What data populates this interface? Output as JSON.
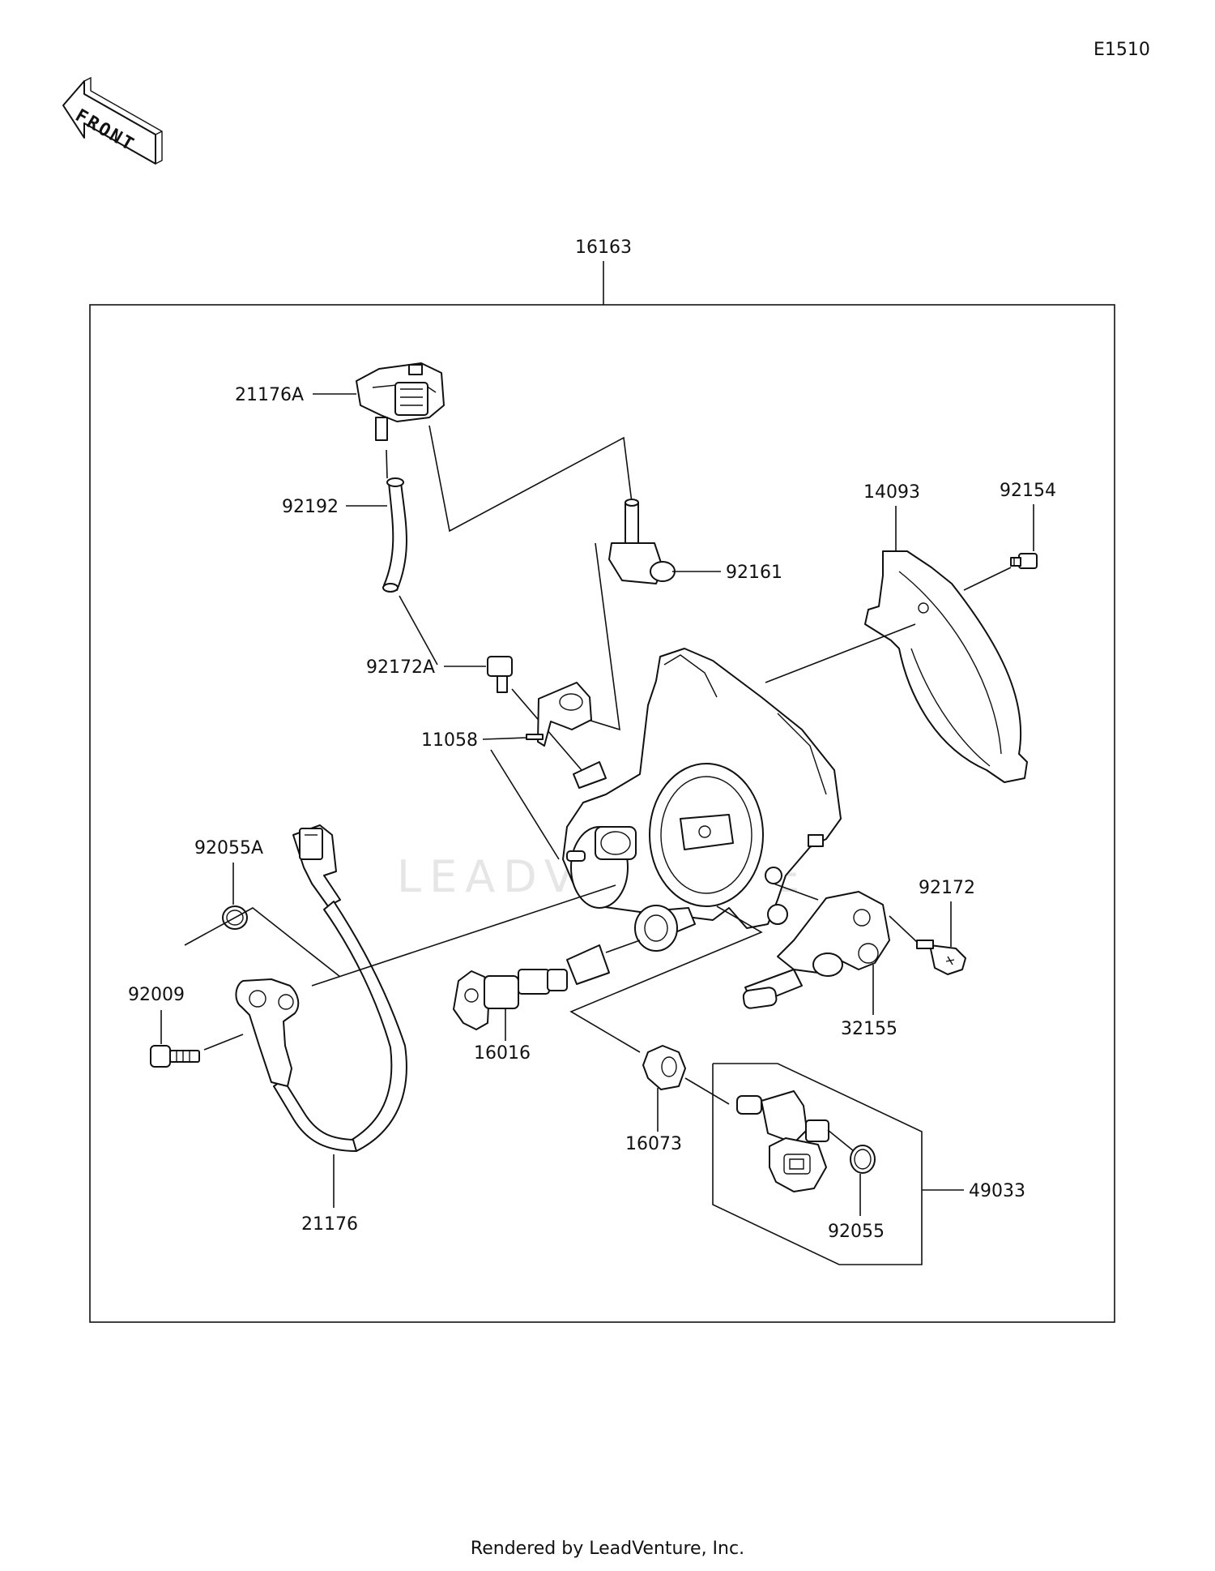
{
  "diagram_code": "E1510",
  "front_label": "FRONT",
  "watermark": "LEADVENTURE",
  "footer": "Rendered by LeadVenture, Inc.",
  "parts": {
    "p16163": "16163",
    "p21176A": "21176A",
    "p92192": "92192",
    "p92161": "92161",
    "p14093": "14093",
    "p92154": "92154",
    "p92172A": "92172A",
    "p11058": "11058",
    "p92055A": "92055A",
    "p92009": "92009",
    "p21176": "21176",
    "p16016": "16016",
    "p92172": "92172",
    "p32155": "32155",
    "p16073": "16073",
    "p49033": "49033",
    "p92055": "92055"
  }
}
